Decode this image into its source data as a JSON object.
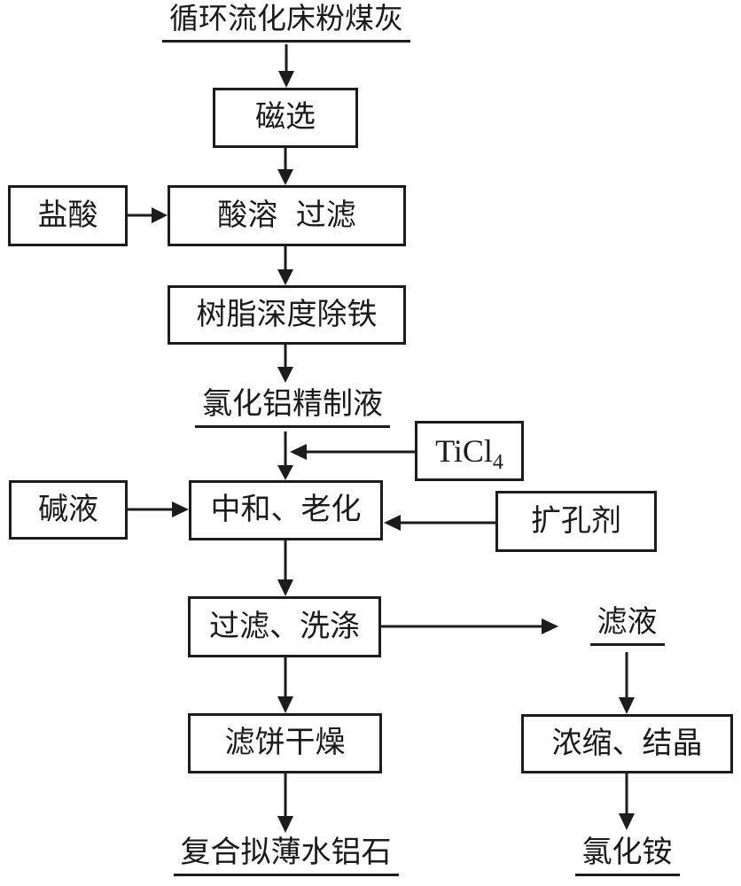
{
  "colors": {
    "ink": "#1c1c1c",
    "background": "#ffffff"
  },
  "flowchart": {
    "source_label": "循环流化床粉煤灰",
    "boxes": {
      "magnetic_separation": "磁选",
      "hydrochloric_acid": "盐酸",
      "acid_dissolve_filter": "酸溶 过滤",
      "resin_iron_removal": "树脂深度除铁",
      "ticl4_main": "TiCl",
      "ticl4_subscript": "4",
      "alkali_solution": "碱液",
      "neutralize_aging": "中和、老化",
      "pore_expander": "扩孔剂",
      "filter_wash": "过滤、洗涤",
      "cake_drying": "滤饼干燥",
      "concentrate_crystallize": "浓缩、结晶"
    },
    "labels": {
      "refined_solution": "氯化铝精制液",
      "filtrate": "滤液",
      "product_composite_pseudoboehmite": "复合拟薄水铝石",
      "product_ammonium_chloride": "氯化铵"
    }
  }
}
